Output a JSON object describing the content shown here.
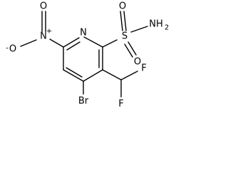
{
  "molecule": {
    "atom_labels": {
      "ring_nitrogen": "N",
      "nitro_n": "N",
      "nitro_n_charge": "+",
      "nitro_o_double": "O",
      "nitro_o_single": "O",
      "nitro_o_charge": "-",
      "sulfonyl_s": "S",
      "sulfonyl_o_left": "O",
      "sulfonyl_o_right": "O",
      "sulfonamide_nh2": "NH",
      "sulfonamide_nh2_sub": "2",
      "bromine": "Br",
      "fluorine_right": "F",
      "fluorine_bottom": "F"
    }
  }
}
